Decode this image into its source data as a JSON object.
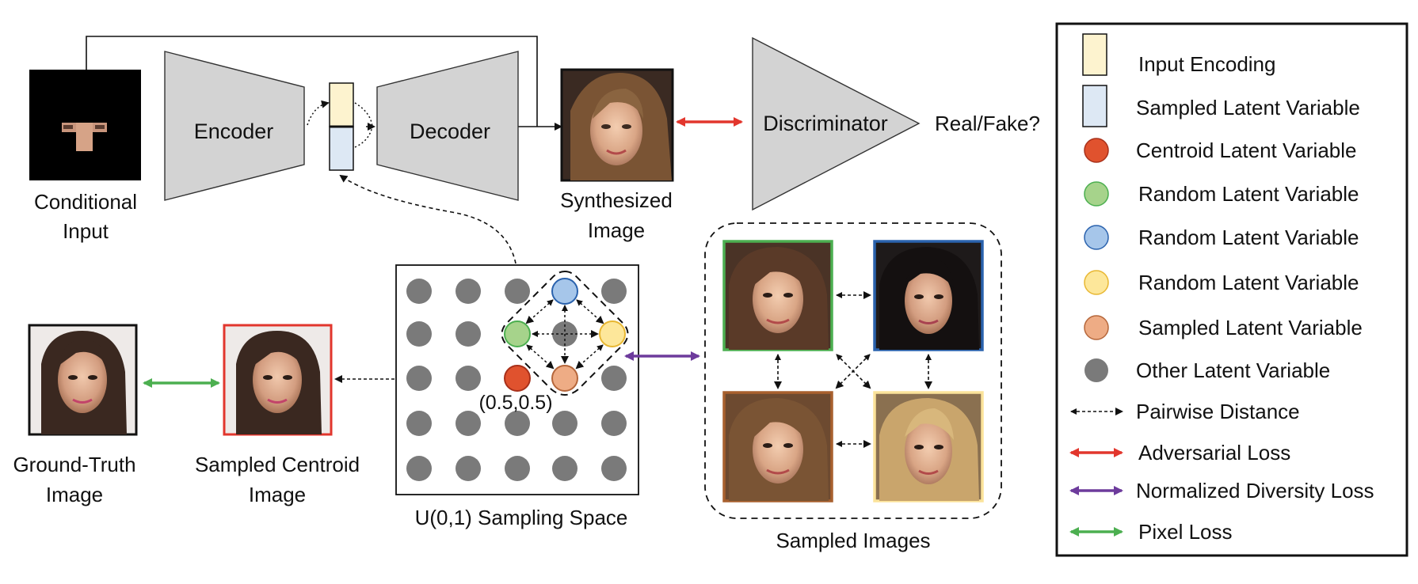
{
  "colors": {
    "input_encoding": "#fdf3cf",
    "sampled_latent_box": "#dde8f4",
    "centroid": "#e0522e",
    "random_green": "#a6d38b",
    "random_blue": "#a6c6ea",
    "random_yellow": "#fde79a",
    "sampled_orange": "#eeac85",
    "other": "#7a7a7a",
    "adversarial": "#e2362d",
    "diversity": "#6d3b9c",
    "pixel": "#4caf50",
    "face_green_border": "#4caf50",
    "face_blue_border": "#2a62ad",
    "face_brown_border": "#a8602e",
    "face_yellow_border": "#fbe39a"
  },
  "blocks": {
    "conditional_input": "Conditional Input",
    "conditional_input_lines": [
      "Conditional",
      "Input"
    ],
    "encoder": "Encoder",
    "decoder": "Decoder",
    "synthesized_lines": [
      "Synthesized",
      "Image"
    ],
    "discriminator": "Discriminator",
    "real_fake": "Real/Fake?",
    "ground_truth_lines": [
      "Ground-Truth",
      "Image"
    ],
    "sampled_centroid_lines": [
      "Sampled Centroid",
      "Image"
    ],
    "sampling_space": "U(0,1) Sampling Space",
    "centroid_coord": "(0.5,0.5)",
    "sampled_images": "Sampled Images"
  },
  "legend": [
    {
      "label": "Input Encoding",
      "icon": "input-encoding-swatch"
    },
    {
      "label": "Sampled Latent Variable",
      "icon": "sampled-latent-swatch"
    },
    {
      "label": "Centroid Latent Variable",
      "icon": "centroid-dot"
    },
    {
      "label": "Random Latent Variable",
      "icon": "green-dot"
    },
    {
      "label": "Random Latent Variable",
      "icon": "blue-dot"
    },
    {
      "label": "Random Latent Variable",
      "icon": "yellow-dot"
    },
    {
      "label": "Sampled Latent Variable",
      "icon": "orange-dot"
    },
    {
      "label": "Other Latent Variable",
      "icon": "gray-dot"
    },
    {
      "label": "Pairwise Distance",
      "icon": "dashed-double-arrow"
    },
    {
      "label": "Adversarial Loss",
      "icon": "red-double-arrow"
    },
    {
      "label": "Normalized Diversity Loss",
      "icon": "purple-double-arrow"
    },
    {
      "label": "Pixel Loss",
      "icon": "green-double-arrow"
    }
  ]
}
